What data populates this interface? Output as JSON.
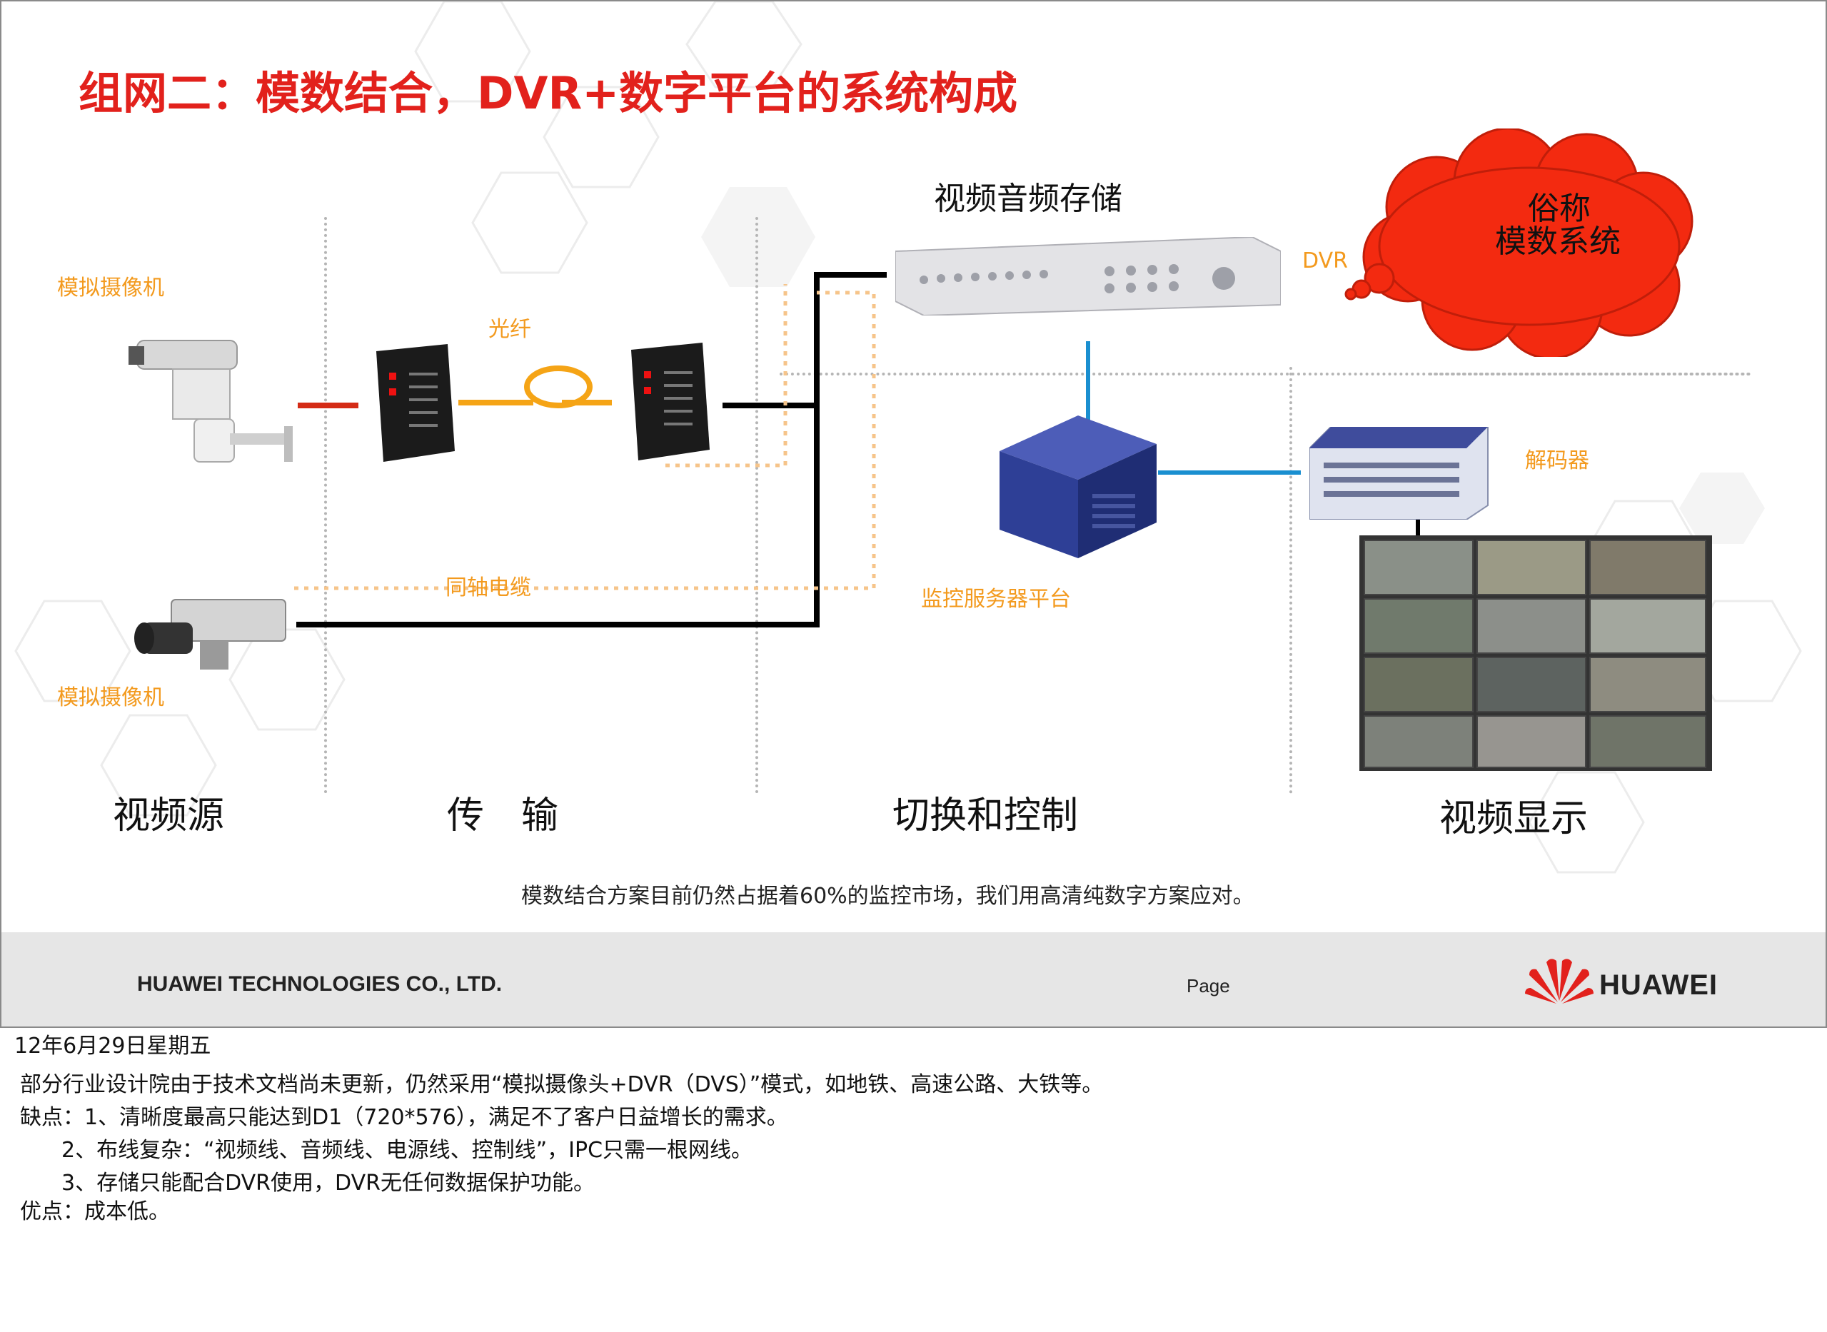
{
  "title": "组网二：模数结合，DVR+数字平台的系统构成",
  "labels": {
    "analog_camera_top": "模拟摄像机",
    "analog_camera_bottom": "模拟摄像机",
    "fiber": "光纤",
    "coax": "同轴电缆",
    "av_storage": "视频音频存储",
    "dvr": "DVR",
    "cloud_line1": "俗称",
    "cloud_line2": "模数系统",
    "decoder": "解码器",
    "server_platform": "监控服务器平台"
  },
  "sections": {
    "source": "视频源",
    "transmission": "传　输",
    "switching": "切换和控制",
    "display": "视频显示"
  },
  "caption": "模数结合方案目前仍然占据着60%的监控市场，我们用高清纯数字方案应对。",
  "footer": {
    "company": "HUAWEI TECHNOLOGIES CO., LTD.",
    "page": "Page",
    "logo_text": "HUAWEI"
  },
  "date": "12年6月29日星期五",
  "notes": [
    "部分行业设计院由于技术文档尚未更新，仍然采用“模拟摄像头+DVR（DVS）”模式，如地铁、高速公路、大铁等。",
    "缺点：1、清晰度最高只能达到D1（720*576），满足不了客户日益增长的需求。",
    "2、布线复杂：“视频线、音频线、电源线、控制线”，IPC只需一根网线。",
    "3、存储只能配合DVR使用，DVR无任何数据保护功能。",
    "优点：成本低。"
  ],
  "colors": {
    "title": "#e2211c",
    "label_orange": "#f39a1e",
    "cloud_fill": "#f32a10",
    "fiber": "#f5a416",
    "red_link": "#d42b16",
    "blue_link": "#1a8fd0",
    "server": "#26398f"
  },
  "icons": [
    "box-camera-icon",
    "ptz-camera-icon",
    "fiber-transceiver-icon",
    "dvr-icon",
    "server-icon",
    "decoder-icon",
    "video-wall-icon",
    "huawei-logo-icon"
  ]
}
